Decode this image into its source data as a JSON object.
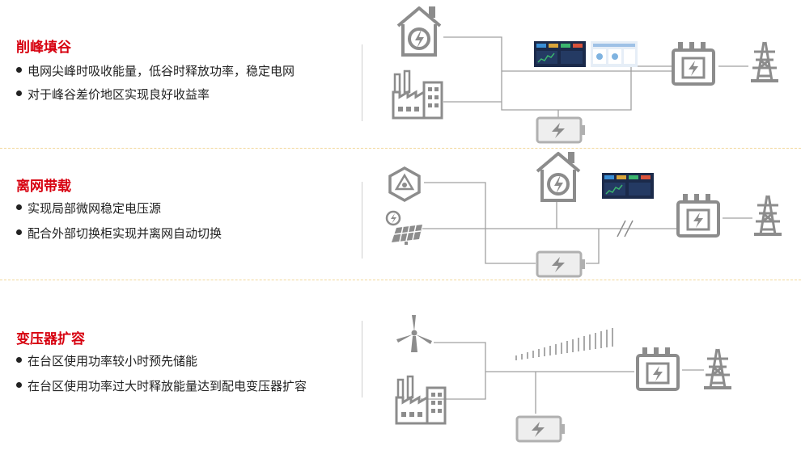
{
  "sections": [
    {
      "title": "削峰填谷",
      "bullets": [
        "电网尖峰时吸收能量，低谷时释放功率，稳定电网",
        "对于峰谷差价地区实现良好收益率"
      ]
    },
    {
      "title": "离网带载",
      "bullets": [
        "实现局部微网稳定电压源",
        "配合外部切换柜实现并离网自动切换"
      ]
    },
    {
      "title": "变压器扩容",
      "bullets": [
        "在台区使用功率较小时预先储能",
        "在台区使用功率过大时释放能量达到配电变压器扩容"
      ]
    }
  ],
  "colors": {
    "title_red": "#d7000f",
    "icon_gray": "#8c8c8c",
    "line_gray": "#a0a0a0",
    "separator_yellow": "#f2d79a"
  },
  "icons": [
    "house-bolt-icon",
    "factory-icon",
    "battery-icon",
    "transformer-icon",
    "power-tower-icon",
    "screen-icon",
    "hexagon-icon",
    "solar-panel-icon",
    "wind-turbine-icon",
    "switch-icon"
  ]
}
